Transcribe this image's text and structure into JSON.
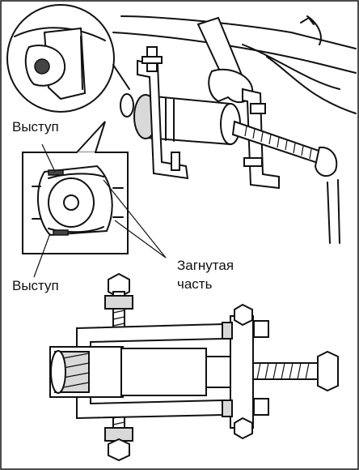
{
  "labels": {
    "protrusion_top": "Выступ",
    "protrusion_bottom": "Выступ",
    "bent_part_line1": "Загнутая",
    "bent_part_line2": "часть"
  },
  "colors": {
    "ink": "#111111",
    "paper": "#ffffff",
    "shade": "#d9d9d9"
  }
}
